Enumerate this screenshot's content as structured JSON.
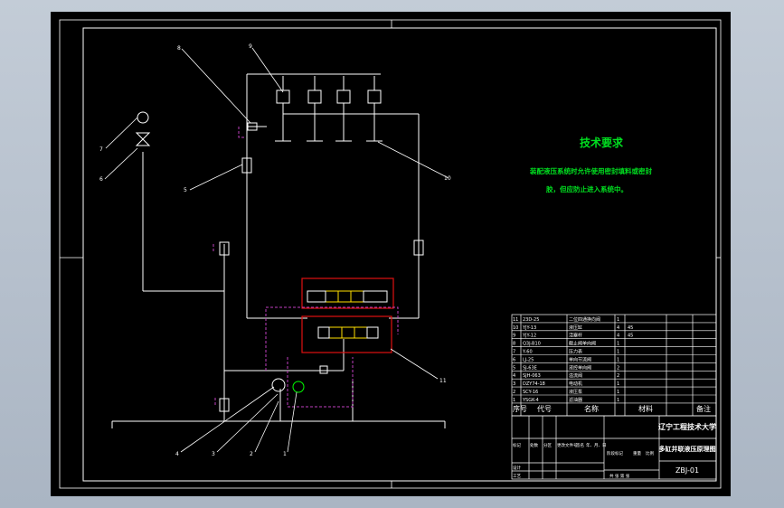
{
  "technical_requirements": {
    "title": "技术要求",
    "line1": "装配液压系统时允许使用密封填料或密封",
    "line2": "胶，但应防止进入系统中。"
  },
  "balloons": [
    "9",
    "8",
    "7",
    "6",
    "5",
    "10",
    "4",
    "3",
    "2",
    "1",
    "11"
  ],
  "parts_list": {
    "header": {
      "seq": "序号",
      "code": "代号",
      "name": "名称",
      "material": "材料",
      "remarks": "备注"
    },
    "rows": [
      {
        "no": "11",
        "code": "23D-25",
        "name": "二位四通换向阀",
        "qty": "1",
        "material": "",
        "remark": ""
      },
      {
        "no": "10",
        "code": "YJY-13",
        "name": "液压缸",
        "qty": "4",
        "material": "45",
        "remark": ""
      },
      {
        "no": "9",
        "code": "YJY-12",
        "name": "活塞杆",
        "qty": "4",
        "material": "45",
        "remark": ""
      },
      {
        "no": "8",
        "code": "Q3J-B10",
        "name": "截止阀单向阀",
        "qty": "1",
        "material": "",
        "remark": ""
      },
      {
        "no": "7",
        "code": "Y-60",
        "name": "压力表",
        "qty": "1",
        "material": "",
        "remark": ""
      },
      {
        "no": "6",
        "code": "LJ-25",
        "name": "单向节流阀",
        "qty": "1",
        "material": "",
        "remark": ""
      },
      {
        "no": "5",
        "code": "SJ-63E",
        "name": "液控单向阀",
        "qty": "2",
        "material": "",
        "remark": ""
      },
      {
        "no": "4",
        "code": "SJH-063",
        "name": "溢流阀",
        "qty": "2",
        "material": "",
        "remark": ""
      },
      {
        "no": "3",
        "code": "DZY74-18",
        "name": "电动机",
        "qty": "1",
        "material": "",
        "remark": ""
      },
      {
        "no": "2",
        "code": "SCY-16",
        "name": "液压泵",
        "qty": "1",
        "material": "",
        "remark": ""
      },
      {
        "no": "1",
        "code": "YSGK-4",
        "name": "滤油器",
        "qty": "1",
        "material": "",
        "remark": ""
      }
    ]
  },
  "title_block": {
    "university": "辽宁工程技术大学",
    "drawing_title": "多缸并联液压原理图",
    "drawing_no": "ZBJ-01",
    "row_labels": [
      "标记",
      "处数",
      "分区",
      "更改文件号",
      "签名",
      "年、月、日"
    ],
    "design": "设计",
    "process": "工艺",
    "stage_label": "阶段标记",
    "weight_label": "重量",
    "scale_label": "比例",
    "sheets_label": "共 张 第 张"
  },
  "colors": {
    "background": "#000000",
    "frame": "#ffffff",
    "text_green": "#00e020",
    "circuit_red": "#e01010",
    "circuit_magenta": "#c040c0",
    "circuit_yellow": "#ffe000"
  }
}
